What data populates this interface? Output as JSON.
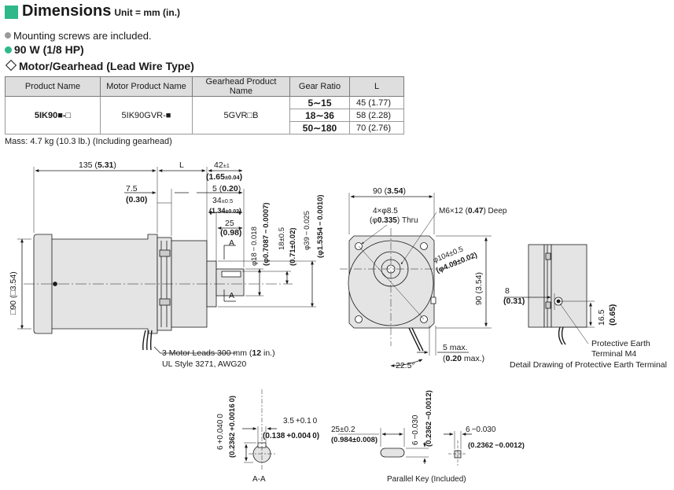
{
  "header": {
    "title": "Dimensions",
    "unit": "Unit = mm (in.)"
  },
  "notes": {
    "screws": "Mounting screws are included.",
    "power": "90 W (1/8 HP)",
    "section": "Motor/Gearhead (Lead Wire Type)"
  },
  "table": {
    "headers": [
      "Product Name",
      "Motor Product Name",
      "Gearhead Product Name",
      "Gear Ratio",
      "L"
    ],
    "product_name": "5IK90■-□",
    "motor_product_name": "5IK90GVR-■",
    "gearhead_product_name": "5GVR□B",
    "rows": [
      {
        "ratio": "5∼15",
        "l": "45 (1.77)"
      },
      {
        "ratio": "18∼36",
        "l": "58 (2.28)"
      },
      {
        "ratio": "50∼180",
        "l": "70 (2.76)"
      }
    ]
  },
  "mass": "Mass: 4.7 kg (10.3 lb.) (Including gearhead)",
  "colors": {
    "accent": "#2fb88a",
    "header_bg": "#dedede",
    "body": "#e4e4e4"
  },
  "side_view": {
    "dim_135": "135 (",
    "dim_135_b": "5.31",
    "dim_135_c": ")",
    "dim_L": "L",
    "dim_42": "42",
    "dim_42_tol": "±1",
    "dim_42_in": "(1.65",
    "dim_42_in_tol": "±0.04",
    "dim_42_in_close": ")",
    "dim_5": "5 (",
    "dim_5_b": "0.20",
    "dim_5_c": ")",
    "dim_34": "34",
    "dim_34_tol": "±0.5",
    "dim_34_in": "(1.34",
    "dim_34_in_tol": "±0.02",
    "dim_34_in_close": ")",
    "dim_7_5": "7.5",
    "dim_7_5_in": "(0.30)",
    "dim_25": "25",
    "dim_25_in": "(0.98)",
    "label_A_top": "A",
    "label_A_bottom": "A",
    "dim_sq90": "□90 (□3.54)",
    "v_dia18": "φ18 − 0.018",
    "v_dia18_in": "(φ0.7087 − 0.0007)",
    "v_18": "18±0.5",
    "v_18_in": "(0.71±0.02)",
    "v_dia39": "φ39 − 0.025",
    "v_dia39_in": "(φ1.5354 − 0.0010)",
    "leads_1": "3 Motor Leads 300 mm (",
    "leads_1_b": "12",
    "leads_1_c": " in.)",
    "leads_2": "UL Style 3271, AWG20"
  },
  "front_view": {
    "dim_90": "90 (",
    "dim_90_b": "3.54",
    "dim_90_c": ")",
    "holes_1": "4×φ8.5",
    "holes_2": "(φ",
    "holes_2_b": "0.335",
    "holes_2_c": ") Thru",
    "m6": "M6×12 (",
    "m6_b": "0.47",
    "m6_c": ") Deep",
    "pcd": "φ104±0.5",
    "pcd_in": "(φ4.09±0.02)",
    "v_90": "90 (3.54)",
    "dim_5max": "5 max.",
    "dim_5max_in": "(",
    "dim_5max_in_b": "0.20",
    "dim_5max_in_c": " max.)",
    "angle": "22.5°"
  },
  "detail_view": {
    "dim_8": "8",
    "dim_8_in": "(0.31)",
    "v_16_5": "16.5",
    "v_16_5_in": "(0.65)",
    "pe_1": "Protective Earth",
    "pe_2": "Terminal M4",
    "caption": "Detail Drawing of Protective Earth Terminal"
  },
  "section_aa": {
    "v_6": "6 +0.040 0",
    "v_6_in": "(0.2362 +0.0016 0)",
    "dim_3_5": "3.5 +0.1 0",
    "dim_3_5_in": "(0.138 +0.004 0)",
    "caption": "A-A"
  },
  "key": {
    "dim_25": "25±0.2",
    "dim_25_in": "(0.984±0.008)",
    "v_6": "6 −0.030",
    "v_6_in": "(0.2362 −0.0012)",
    "dim_6": "6 −0.030",
    "dim_6_in": "(0.2362 −0.0012)",
    "caption": "Parallel Key (Included)"
  }
}
